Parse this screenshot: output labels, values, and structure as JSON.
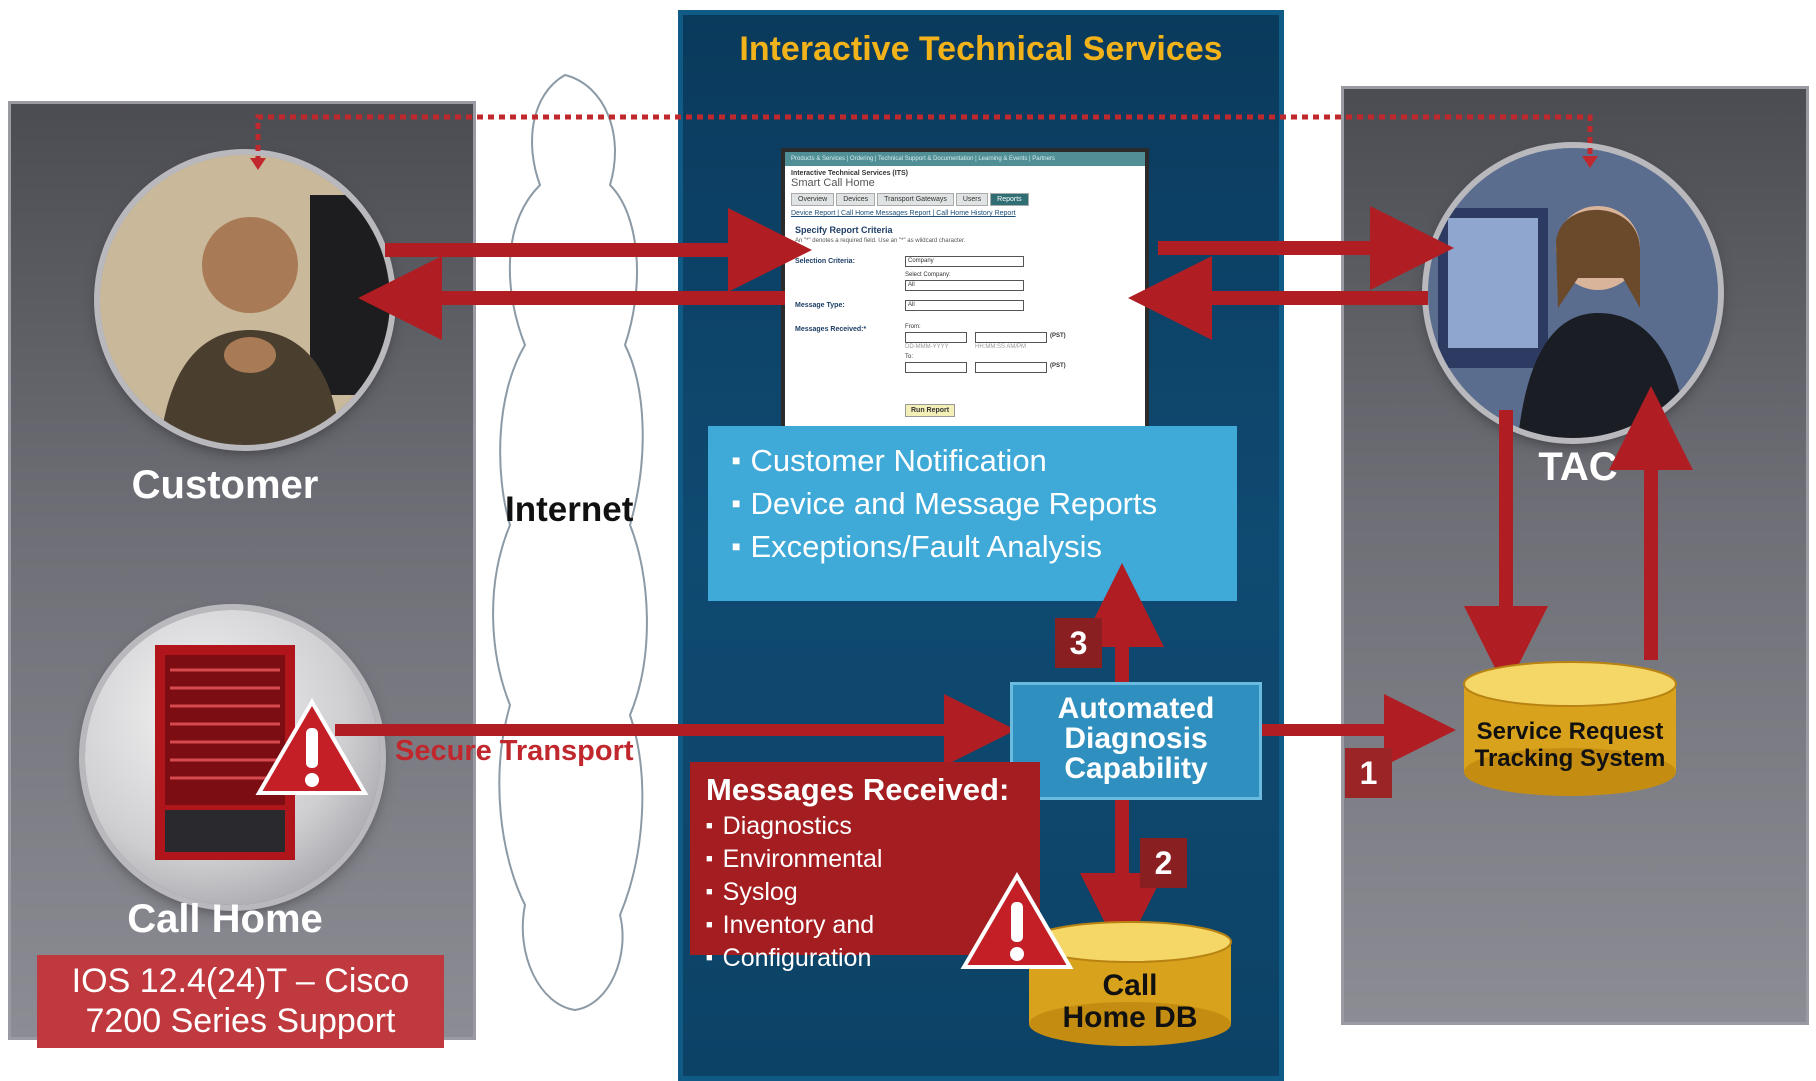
{
  "title": "Interactive Technical Services",
  "customer": {
    "label": "Customer"
  },
  "tac": {
    "label": "TAC"
  },
  "internet": {
    "label": "Internet"
  },
  "callhome": {
    "label": "Call Home",
    "ios_line1": "IOS 12.4(24)T – Cisco",
    "ios_line2": "7200 Series Support"
  },
  "secure_transport": "Secure Transport",
  "its_features": [
    "Customer Notification",
    "Device and Message Reports",
    "Exceptions/Fault Analysis"
  ],
  "adc": {
    "line1": "Automated",
    "line2": "Diagnosis",
    "line3": "Capability"
  },
  "messages": {
    "title": "Messages Received:",
    "items": [
      "Diagnostics",
      "Environmental",
      "Syslog",
      "Inventory and",
      "Configuration"
    ]
  },
  "db_callhome": {
    "line1": "Call",
    "line2": "Home DB"
  },
  "db_srts": {
    "line1": "Service Request",
    "line2": "Tracking System"
  },
  "steps": [
    "1",
    "2",
    "3"
  ],
  "screenshot": {
    "topbar": "Products & Services  |  Ordering  |  Technical Support & Documentation  |  Learning & Events  |  Partners",
    "its": "Interactive Technical Services (ITS)",
    "app": "Smart Call Home",
    "tabs": [
      "Overview",
      "Devices",
      "Transport Gateways",
      "Users",
      "Reports"
    ],
    "links": "Device Report | Call Home Messages Report | Call Home History Report",
    "heading": "Specify Report Criteria",
    "note": "An \"*\" denotes a required field. Use an \"*\" as wildcard character.",
    "selection_label": "Selection Criteria:",
    "selection_value": "Company",
    "select_company": "Select Company:",
    "company_value": "All",
    "message_type_label": "Message Type:",
    "message_type_value": "All",
    "messages_received_label": "Messages Received:*",
    "from": "From:",
    "to": "To:",
    "date_hint": "DD-MMM-YYYY",
    "time_hint": "HH:MM:SS AM/PM",
    "pst": "(PST)",
    "run": "Run Report"
  },
  "colors": {
    "arrow": "#b01e23",
    "its_title": "#f2b21a",
    "feature_box": "#3fa9d8",
    "db": "#e8b22a"
  }
}
